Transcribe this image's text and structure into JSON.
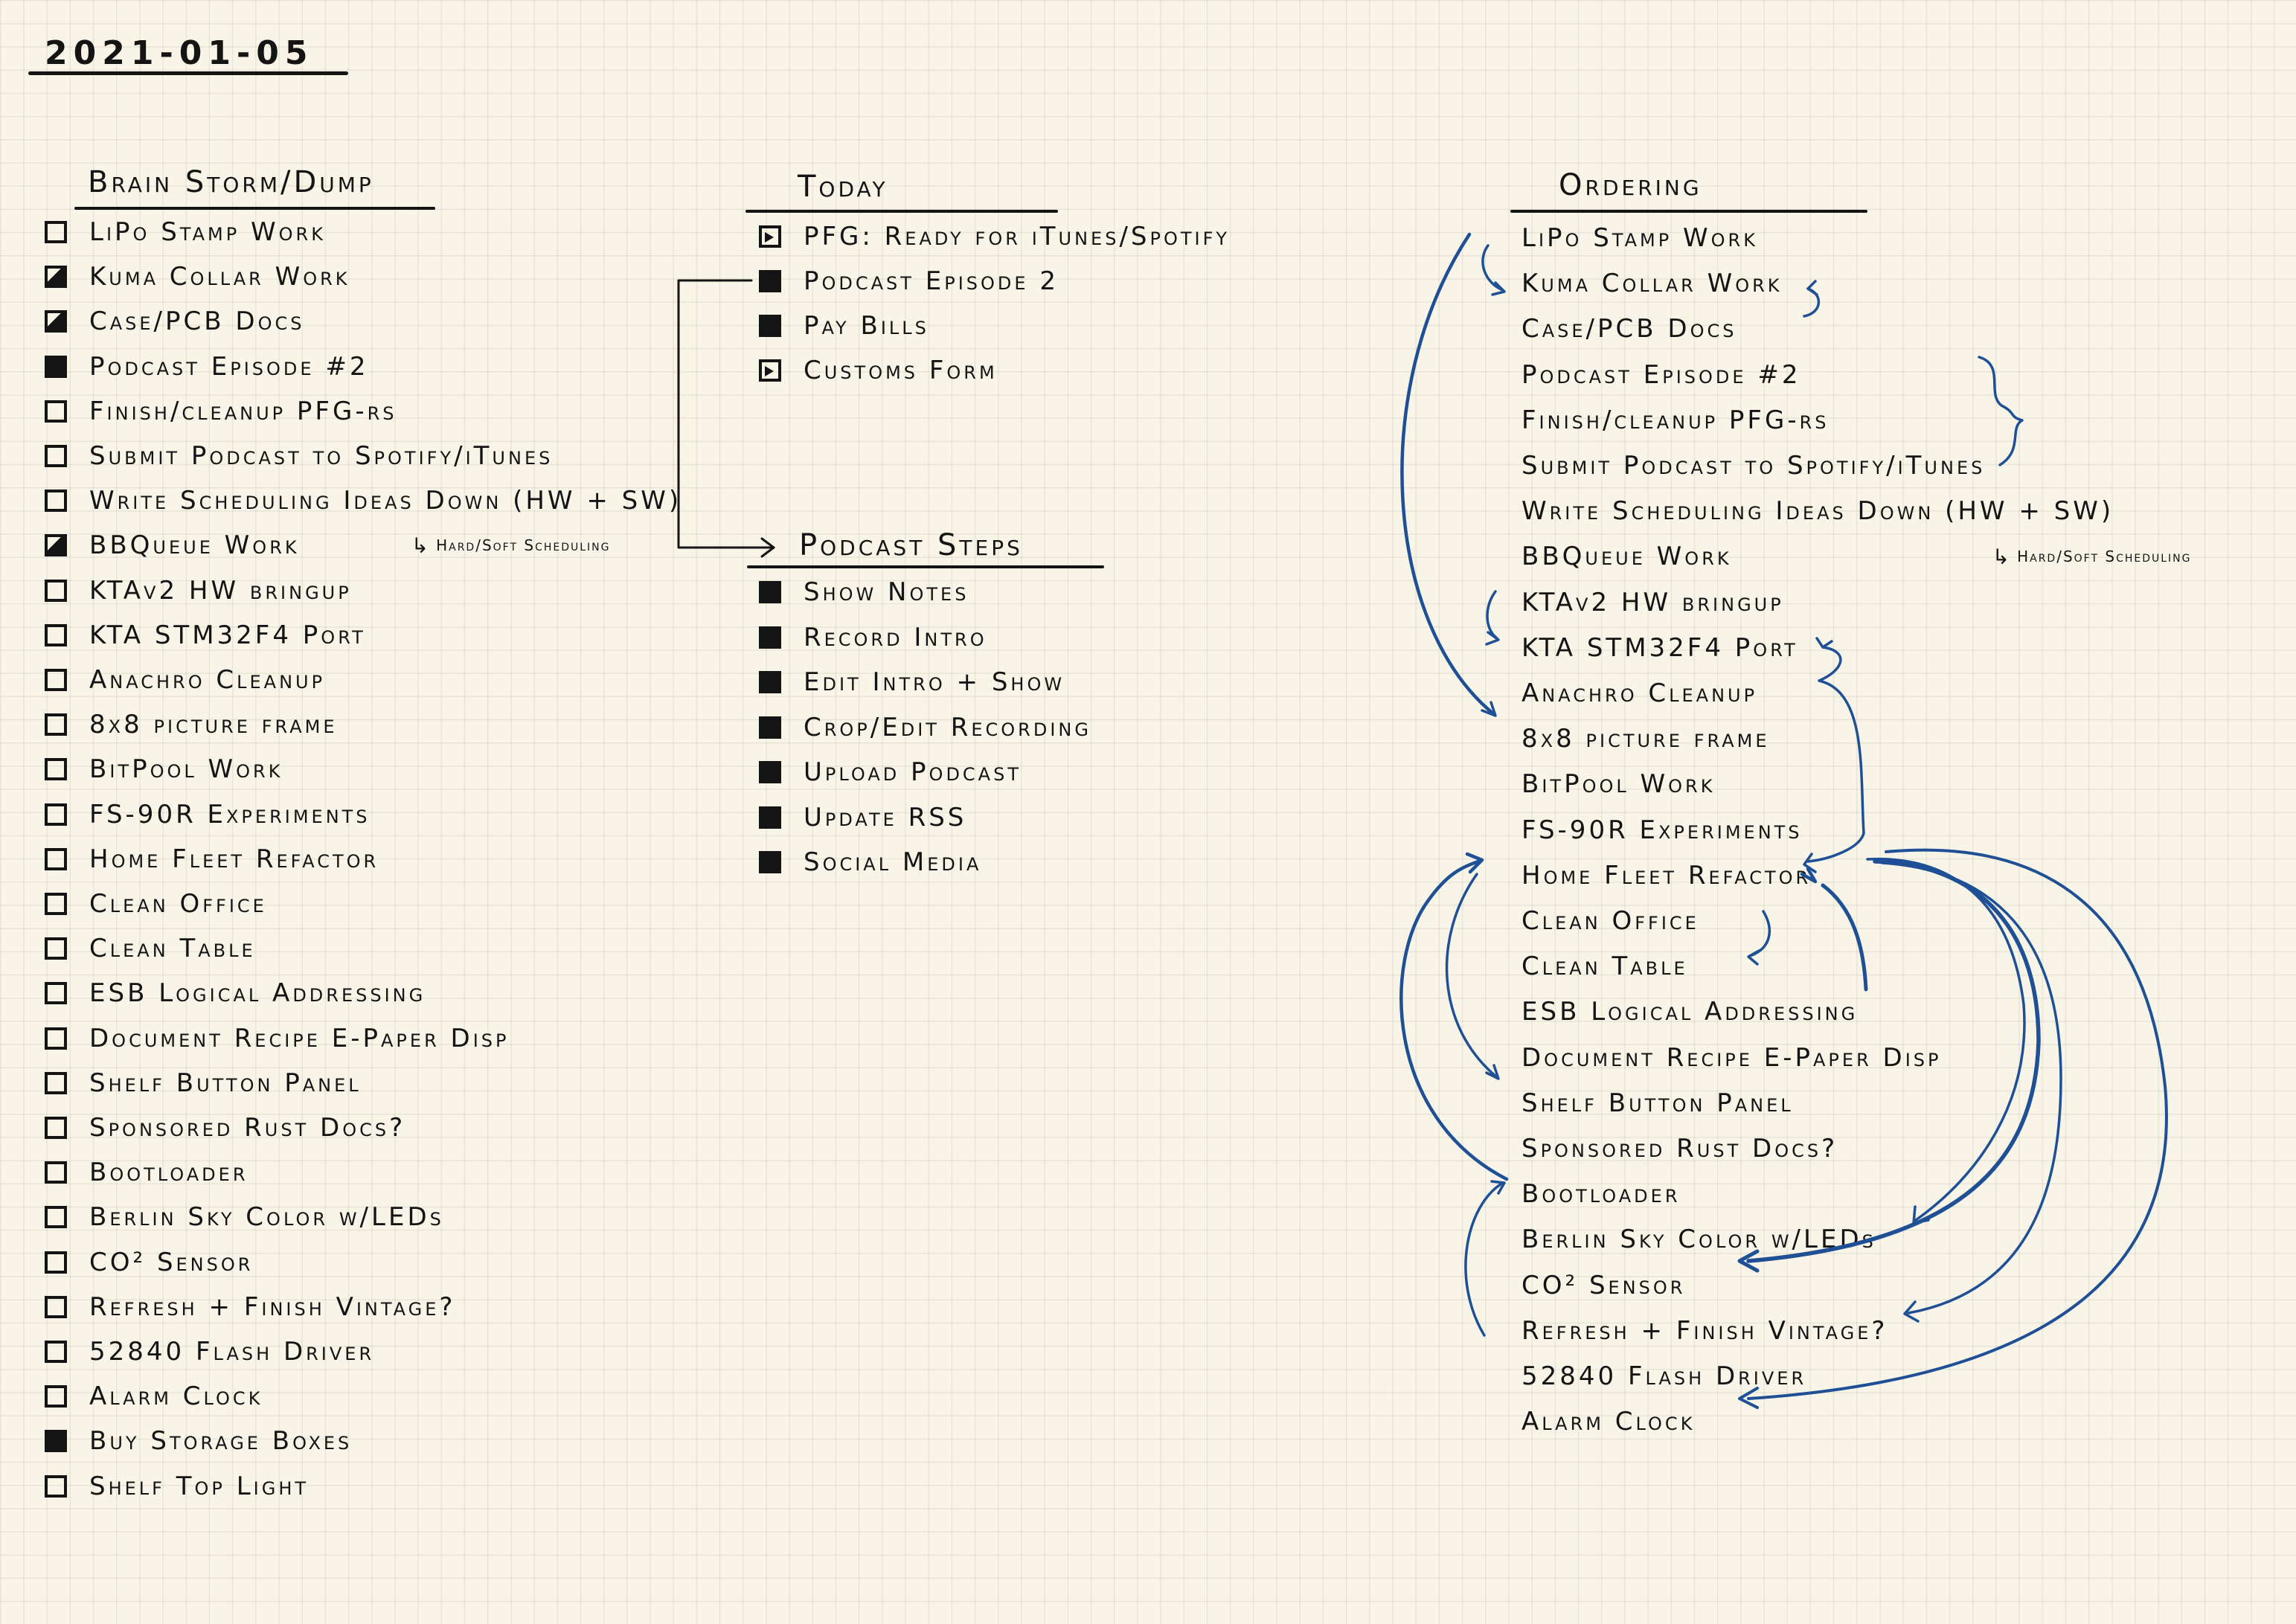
{
  "date": "2021-01-05",
  "brainstorm": {
    "title": "Brain Storm/Dump",
    "items": [
      {
        "label": "LiPo Stamp Work",
        "state": "open"
      },
      {
        "label": "Kuma Collar Work",
        "state": "half"
      },
      {
        "label": "Case/PCB Docs",
        "state": "half"
      },
      {
        "label": "Podcast Episode #2",
        "state": "done"
      },
      {
        "label": "Finish/cleanup PFG-rs",
        "state": "open"
      },
      {
        "label": "Submit Podcast to Spotify/iTunes",
        "state": "open"
      },
      {
        "label": "Write Scheduling Ideas Down (HW + SW)",
        "state": "open"
      },
      {
        "label": "BBQueue Work",
        "state": "half"
      },
      {
        "label": "KTAv2 HW bringup",
        "state": "open"
      },
      {
        "label": "KTA STM32F4 Port",
        "state": "open"
      },
      {
        "label": "Anachro Cleanup",
        "state": "open"
      },
      {
        "label": "8x8 picture frame",
        "state": "open"
      },
      {
        "label": "BitPool Work",
        "state": "open"
      },
      {
        "label": "FS-90R Experiments",
        "state": "open"
      },
      {
        "label": "Home Fleet Refactor",
        "state": "open"
      },
      {
        "label": "Clean Office",
        "state": "open"
      },
      {
        "label": "Clean Table",
        "state": "open"
      },
      {
        "label": "ESB Logical Addressing",
        "state": "open"
      },
      {
        "label": "Document Recipe E-Paper Disp",
        "state": "open"
      },
      {
        "label": "Shelf Button Panel",
        "state": "open"
      },
      {
        "label": "Sponsored Rust Docs?",
        "state": "open"
      },
      {
        "label": "Bootloader",
        "state": "open"
      },
      {
        "label": "Berlin Sky Color w/LEDs",
        "state": "open"
      },
      {
        "label": "CO² Sensor",
        "state": "open"
      },
      {
        "label": "Refresh + Finish Vintage?",
        "state": "open"
      },
      {
        "label": "52840 Flash Driver",
        "state": "open"
      },
      {
        "label": "Alarm Clock",
        "state": "open"
      },
      {
        "label": "Buy Storage Boxes",
        "state": "done"
      },
      {
        "label": "Shelf Top Light",
        "state": "open"
      }
    ],
    "note": "Hard/Soft Scheduling",
    "note_arrow": "↳"
  },
  "today": {
    "title": "Today",
    "items": [
      {
        "label": "PFG: Ready for iTunes/Spotify",
        "state": "moved"
      },
      {
        "label": "Podcast Episode 2",
        "state": "done"
      },
      {
        "label": "Pay Bills",
        "state": "done"
      },
      {
        "label": "Customs Form",
        "state": "moved"
      }
    ]
  },
  "podcast_steps": {
    "title": "Podcast Steps",
    "items": [
      {
        "label": "Show Notes",
        "state": "done"
      },
      {
        "label": "Record Intro",
        "state": "done"
      },
      {
        "label": "Edit Intro + Show",
        "state": "done"
      },
      {
        "label": "Crop/Edit Recording",
        "state": "done"
      },
      {
        "label": "Upload Podcast",
        "state": "done"
      },
      {
        "label": "Update RSS",
        "state": "done"
      },
      {
        "label": "Social Media",
        "state": "done"
      }
    ]
  },
  "ordering": {
    "title": "Ordering",
    "items": [
      "LiPo Stamp Work",
      "Kuma Collar Work",
      "Case/PCB Docs",
      "Podcast Episode #2",
      "Finish/cleanup PFG-rs",
      "Submit Podcast to Spotify/iTunes",
      "Write Scheduling Ideas Down (HW + SW)",
      "BBQueue Work",
      "KTAv2 HW bringup",
      "KTA STM32F4 Port",
      "Anachro Cleanup",
      "8x8 picture frame",
      "BitPool Work",
      "FS-90R Experiments",
      "Home Fleet Refactor",
      "Clean Office",
      "Clean Table",
      "ESB Logical Addressing",
      "Document Recipe E-Paper Disp",
      "Shelf Button Panel",
      "Sponsored Rust Docs?",
      "Bootloader",
      "Berlin Sky Color w/LEDs",
      "CO² Sensor",
      "Refresh + Finish Vintage?",
      "52840 Flash Driver",
      "Alarm Clock"
    ],
    "note": "Hard/Soft Scheduling",
    "note_arrow": "↳"
  },
  "colors": {
    "ink": "#141414",
    "pen_blue": "#1f4f95",
    "paper": "#f8f5e8"
  }
}
